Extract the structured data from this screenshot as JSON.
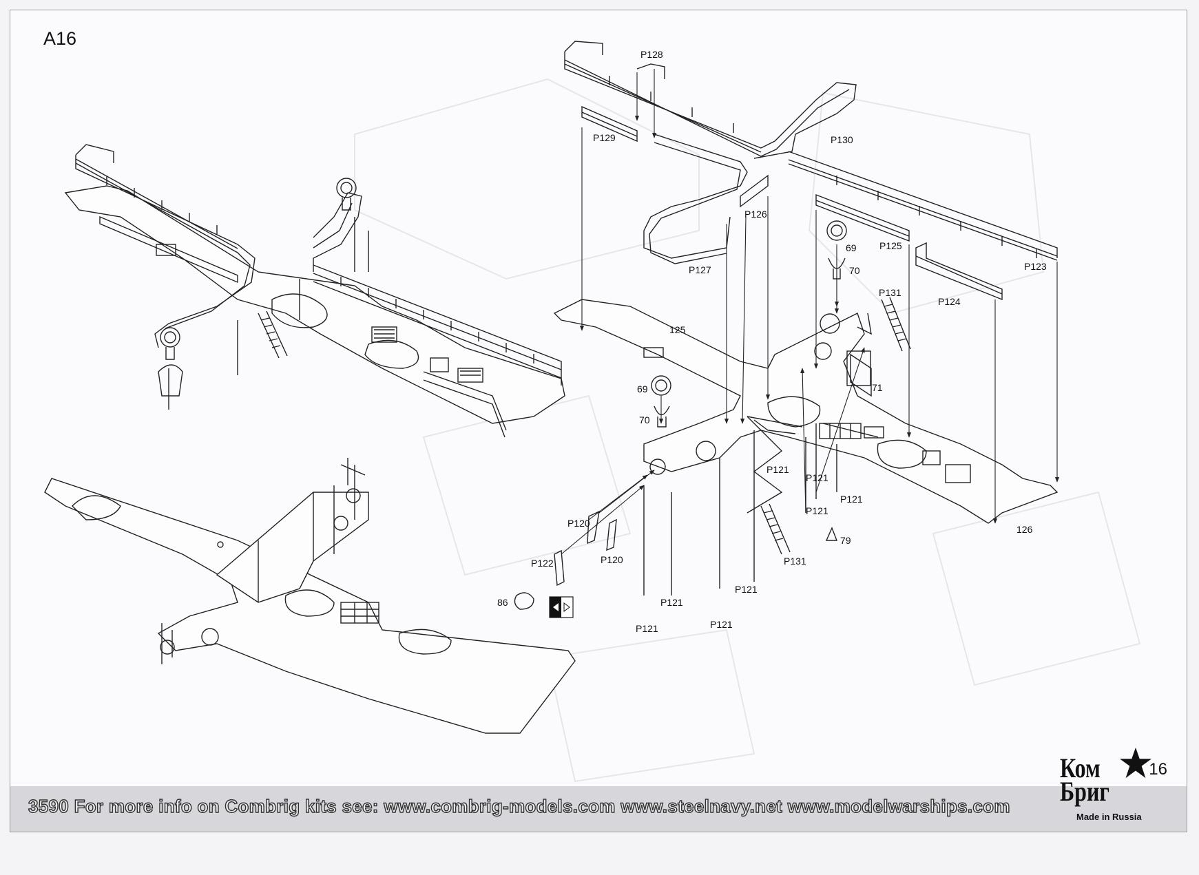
{
  "sheet": {
    "id": "A16",
    "page_number": "16"
  },
  "callouts": {
    "p128": "P128",
    "p129": "P129",
    "p130": "P130",
    "p126": "P126",
    "p127": "P127",
    "p125": "P125",
    "p123": "P123",
    "p124": "P124",
    "p131a": "P131",
    "p131b": "P131",
    "n69a": "69",
    "n70a": "70",
    "n69b": "69",
    "n70b": "70",
    "n71": "71",
    "n125": "125",
    "n126": "126",
    "p121a": "P121",
    "p121b": "P121",
    "p121c": "P121",
    "p121d": "P121",
    "p121e": "P121",
    "p121f": "P121",
    "p121g": "P121",
    "p121h": "P121",
    "p120a": "P120",
    "p120b": "P120",
    "p122": "P122",
    "n86": "86",
    "n79": "79"
  },
  "footer": {
    "text": "3590  For more info on Combrig kits see: www.combrig-models.com www.steelnavy.net  www.modelwarships.com"
  },
  "brand": {
    "line1": "Ком",
    "line2": "Бриг",
    "made_in": "Made in Russia"
  },
  "colors": {
    "line": "#222222",
    "paper": "#fbfbfd",
    "band": "#d7d7db"
  }
}
